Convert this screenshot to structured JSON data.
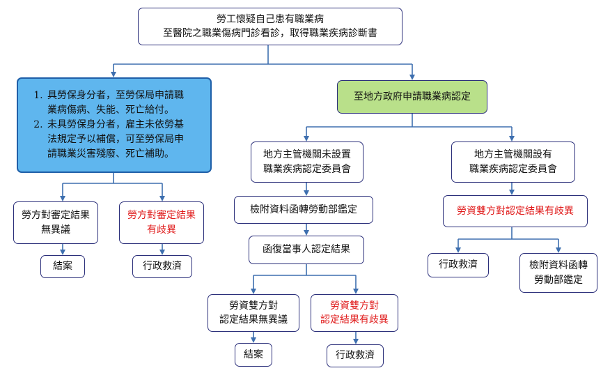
{
  "colors": {
    "line": "#3e6faf",
    "box_border": "#2b2f7a",
    "highlight_text": "#e01b1b",
    "green_fill": "#b9e08a",
    "blue_fill": "#5fb6ee"
  },
  "nodes": {
    "root": {
      "lines": [
        "勞工懷疑自己患有職業病",
        "至醫院之職業傷病門診看診，取得職業疾病診斷書"
      ]
    },
    "insured_payments": {
      "items": [
        [
          "具勞保身分者，至勞保局申請職",
          "業病傷病、失能、死亡給付。"
        ],
        [
          "未具勞保身分者，雇主未依勞基",
          "法規定予以補償，可至勞保局申",
          "請職業災害殘廢、死亡補助。"
        ]
      ]
    },
    "local_gov": {
      "lines": [
        "至地方政府申請職業病認定"
      ]
    },
    "left_no_objection": {
      "lines": [
        "勞方對審定結果",
        "無異議"
      ]
    },
    "left_objection": {
      "lines": [
        "勞方對審定結果",
        "有歧異"
      ]
    },
    "left_close": {
      "lines": [
        "結案"
      ]
    },
    "left_remedy": {
      "lines": [
        "行政救濟"
      ]
    },
    "no_committee": {
      "lines": [
        "地方主管機關未設置",
        "職業疾病認定委員會"
      ]
    },
    "forward_mol": {
      "lines": [
        "檢附資料函轉勞動部鑑定"
      ]
    },
    "reply_result": {
      "lines": [
        "函復當事人認定結果"
      ]
    },
    "mid_no_objection": {
      "lines": [
        "勞資雙方對",
        "認定結果無異議"
      ]
    },
    "mid_objection": {
      "lines": [
        "勞資雙方對",
        "認定結果有歧異"
      ]
    },
    "mid_close": {
      "lines": [
        "結案"
      ]
    },
    "mid_remedy": {
      "lines": [
        "行政救濟"
      ]
    },
    "has_committee": {
      "lines": [
        "地方主管機關設有",
        "職業疾病認定委員會"
      ]
    },
    "right_objection": {
      "lines": [
        "勞資雙方對認定結果有歧異"
      ]
    },
    "right_remedy": {
      "lines": [
        "行政救濟"
      ]
    },
    "right_forward": {
      "lines": [
        "檢附資料函轉",
        "勞動部鑑定"
      ]
    }
  }
}
